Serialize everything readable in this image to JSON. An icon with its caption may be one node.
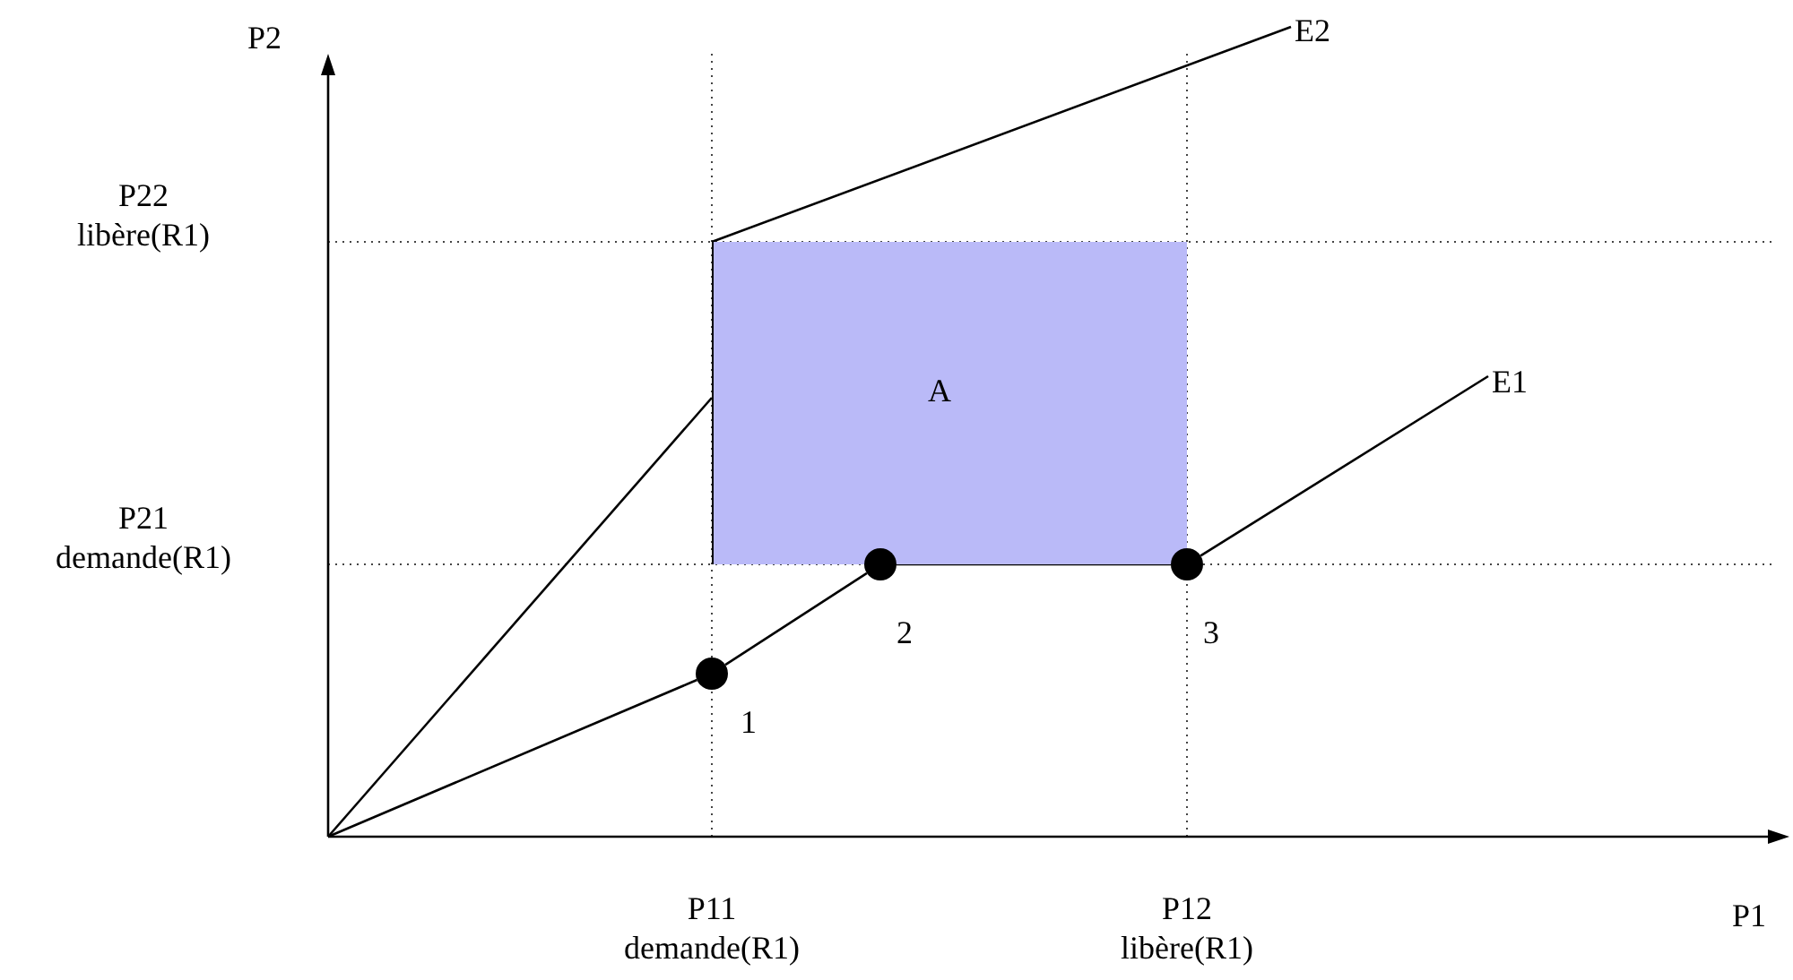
{
  "diagram": {
    "nodes": [
      {
        "text": [
          "E2"
        ]
      },
      {
        "text": [
          "A"
        ]
      },
      {
        "text": [
          "E1"
        ]
      },
      {
        "text": [],
        "shape": "circle",
        "beside": [
          "2"
        ]
      },
      {
        "text": [],
        "shape": "circle",
        "beside": [
          "3"
        ]
      },
      {
        "text": [],
        "shape": "circle",
        "beside": [
          "1"
        ]
      }
    ],
    "edges": [
      {
        "from": null,
        "to": 5,
        "arrow": "none"
      },
      {
        "from": 5,
        "to": 3,
        "arrow": "none"
      },
      {
        "from": 3,
        "to": 4,
        "arrow": "none"
      },
      {
        "from": 4,
        "to": 2,
        "arrow": "none"
      },
      {
        "from": null,
        "to": 1,
        "arrow": "none"
      },
      {
        "from": 1,
        "to": 0,
        "arrow": "none"
      }
    ],
    "labels": [
      "P2",
      "P22",
      "libère(R1)",
      "P21",
      "demande(R1)",
      "P11",
      "demande(R1)",
      "P12",
      "libère(R1)",
      "P1"
    ]
  }
}
